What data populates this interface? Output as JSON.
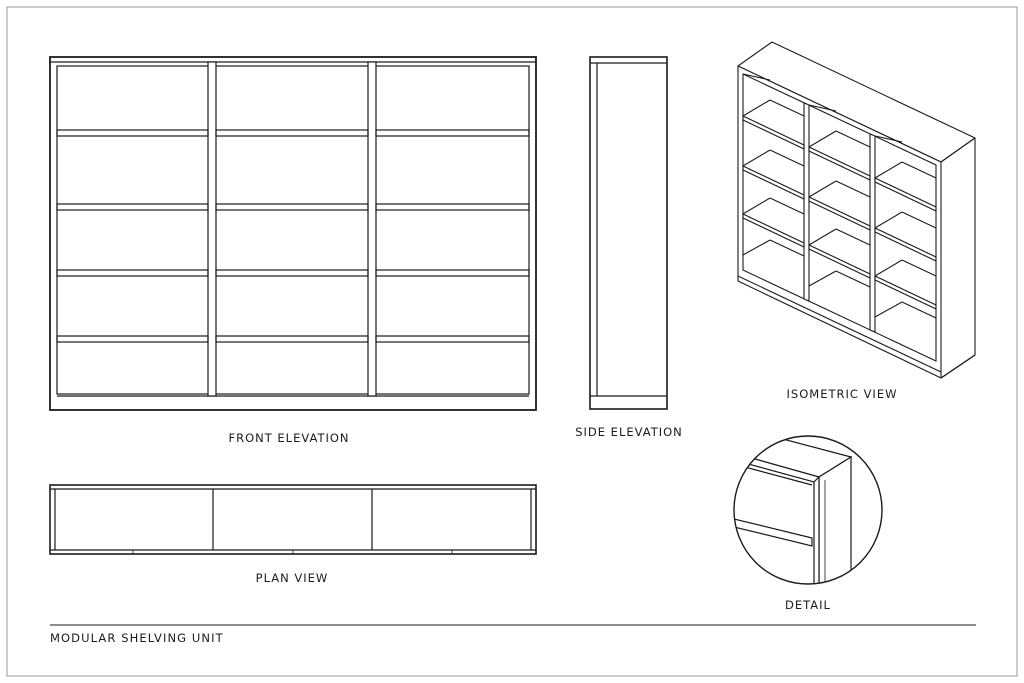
{
  "labels": {
    "front_elevation": "FRONT ELEVATION",
    "side_elevation": "SIDE ELEVATION",
    "isometric_view": "ISOMETRIC VIEW",
    "plan_view": "PLAN VIEW",
    "detail": "DETAIL",
    "title": "MODULAR SHELVING UNIT"
  },
  "colors": {
    "ink": "#1b1b1b",
    "paper": "#ffffff",
    "shade": "#e9e9e9"
  }
}
